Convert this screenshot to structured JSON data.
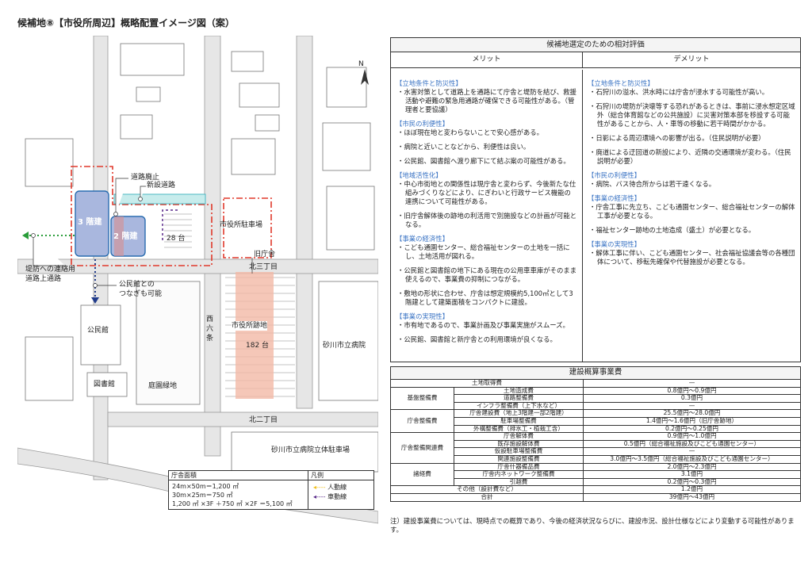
{
  "title": "候補地⑧【市役所周辺】概略配置イメージ図（案）",
  "map": {
    "labels": {
      "road_closed": "道路廃止",
      "new_road": "新設道路",
      "floors3": "3 階建",
      "floors2": "2 階建",
      "parking28": "28 台",
      "city_parking": "市役所駐車場",
      "old_office": "旧庁舎",
      "kita3": "北三丁目",
      "nishi6": "西六条",
      "old_site": "市役所跡地",
      "parking182": "182 台",
      "kouminkan": "公民館",
      "library": "図書館",
      "garden": "庭園緑地",
      "hospital": "砂川市立病院",
      "kita2": "北二丁目",
      "hospital_parking": "砂川市立病院立体駐車場",
      "levee_1": "堤防への連絡用",
      "levee_2": "道路上通路",
      "connect_1": "公民館との",
      "connect_2": "つなぎも可能",
      "north": "N"
    },
    "area_box": {
      "header": "庁舎面積",
      "lines": [
        "24m×50m＝1,200 ㎡",
        "30m×25m＝750 ㎡",
        "1,200 ㎡ ×3F ＋750 ㎡ ×2F ＝5,100 ㎡"
      ]
    },
    "legend": {
      "header": "凡例",
      "pedestrian": "人動線",
      "vehicle": "車動線",
      "colors": {
        "pedestrian": "#f0c020",
        "vehicle": "#5a2a8a"
      }
    }
  },
  "evaluation": {
    "title": "候補地選定のための相対評価",
    "merit_header": "メリット",
    "demerit_header": "デメリット",
    "merits": [
      {
        "section": "【立地条件と防災性】",
        "items": [
          "水害対策として道路上を通路にて庁舎と堤防を結び、救援活動や避難の緊急用通路が確保できる可能性がある。（管理者と要協議）"
        ]
      },
      {
        "section": "【市民の利便性】",
        "items": [
          "ほぼ現在地と変わらないことで安心感がある。",
          "病院と近いことなどから、利便性は良い。",
          "公民館、図書館へ渡り廊下にて結ぶ案の可能性がある。"
        ]
      },
      {
        "section": "【地域活性化】",
        "items": [
          "中心市街地との関係性は現庁舎と変わらず、今後新たな仕組みづくりなどにより、にぎわいと行政サービス機能の連携について可能性がある。",
          "旧庁舎解体後の跡地の利活用で別施設などの計画が可能となる。"
        ]
      },
      {
        "section": "【事業の経済性】",
        "items": [
          "こども通園センター、総合福祉センターの土地を一括にし、土地活用が図れる。",
          "公民館と図書館の地下にある現在の公用車車庫がそのまま使えるので、事業費の抑制につながる。",
          "敷地の形状に合わせ、庁舎は想定規模約5,100㎡として3階建として建築面積をコンパクトに建設。"
        ]
      },
      {
        "section": "【事業の実現性】",
        "items": [
          "市有地であるので、事業計画及び事業実施がスムーズ。",
          "公民館、図書館と新庁舎との利用環境が良くなる。"
        ]
      }
    ],
    "demerits": [
      {
        "section": "【立地条件と防災性】",
        "items": [
          "石狩川の溢水、洪水時には庁舎が浸水する可能性が高い。",
          "石狩川の堤防が決壊等する恐れがあるときは、事前に浸水想定区域外（総合体育館などの公共施設）に災害対策本部を移設する可能性があることから、人・車等の移動に若干時間がかかる。",
          "日影による周辺環境への影響が出る。（住民説明が必要）",
          "廃道による迂回道の新設により、近隣の交通環境が変わる。（住民説明が必要）"
        ]
      },
      {
        "section": "【市民の利便性】",
        "items": [
          "病院、バス待合所からは若干遠くなる。"
        ]
      },
      {
        "section": "【事業の経済性】",
        "items": [
          "庁舎工事に先立ち、こども通園センター、総合福祉センターの解体工事が必要となる。",
          "福祉センター跡地の土地造成（盛土）が必要となる。"
        ]
      },
      {
        "section": "【事業の実現性】",
        "items": [
          "解体工事に伴い、こども通園センター、社会福祉協議会等の各種団体について、移転先確保や代替施設が必要となる。"
        ]
      }
    ]
  },
  "cost": {
    "title": "建設概算事業費",
    "rows": [
      {
        "group": "土地取得費",
        "span": 1,
        "full": true,
        "value": "—"
      },
      {
        "group": "基盤整備費",
        "span": 3,
        "item": "土地造成費",
        "value": "0.8億円～0.9億円"
      },
      {
        "item": "道路整備費",
        "value": "0.3億円"
      },
      {
        "item": "インフラ整備費（上下水など）",
        "value": "—"
      },
      {
        "group": "庁舎整備費",
        "span": 3,
        "item": "庁舎建設費（地上3階建一部2階建）",
        "value": "25.5億円～28.0億円"
      },
      {
        "item": "駐車場整備費",
        "value": "1.4億円～1.6億円（旧庁舎跡地）"
      },
      {
        "item": "外構整備費（排水工・植栽工含）",
        "value": "0.2億円～0.25億円"
      },
      {
        "group": "庁舎整備関連費",
        "span": 4,
        "item": "庁舎解体費",
        "value": "0.9億円～1.0億円"
      },
      {
        "item": "既存施設解体費",
        "value": "0.5億円（総合福祉施設及びこども通園センター）"
      },
      {
        "item": "仮設駐車場整備費",
        "value": "—"
      },
      {
        "item": "関連施設整備費",
        "value": "3.0億円～3.5億円（総合福祉施設及びこども通園センター）"
      },
      {
        "group": "諸経費",
        "span": 3,
        "item": "庁舎什器備品費",
        "value": "2.0億円～2.3億円"
      },
      {
        "item": "庁舎内ネットワーク整備費",
        "value": "3.1億円"
      },
      {
        "item": "引越費",
        "value": "0.2億円～0.3億円"
      },
      {
        "group": "その他（設計費など）",
        "span": 1,
        "full": true,
        "value": "1.2億円"
      },
      {
        "group": "合計",
        "span": 1,
        "full": true,
        "value": "39億円～43億円"
      }
    ],
    "note": "注）建設事業費については、現時点での概算であり、今後の経済状況ならびに、建設市況、設計仕様などにより変動する可能性があります。"
  }
}
